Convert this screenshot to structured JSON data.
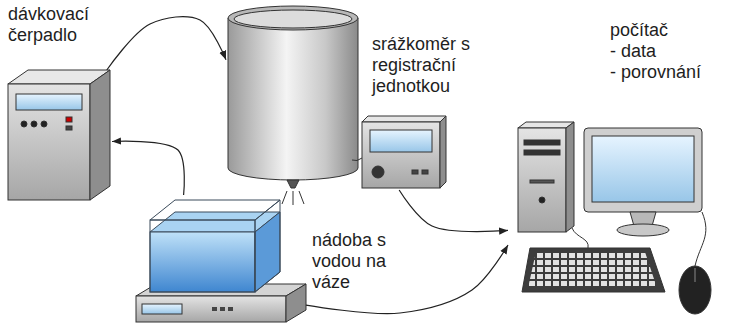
{
  "diagram": {
    "nodes": [
      {
        "text": [
          "dávkovací čerpadlo"
        ]
      },
      {
        "text": [
          "srážkoměr s registrační jednotkou"
        ]
      },
      {
        "text": [
          "nádoba s vodou na váze"
        ]
      },
      {
        "text": [
          "počítač",
          "- data",
          "- porovnání"
        ]
      }
    ],
    "edges": [
      {
        "from": 0,
        "to": 1,
        "arrow": "to"
      },
      {
        "from": 2,
        "to": 0,
        "arrow": "to"
      },
      {
        "from": 1,
        "to": 3,
        "arrow": "to"
      },
      {
        "from": 2,
        "to": 3,
        "arrow": "to"
      }
    ]
  }
}
